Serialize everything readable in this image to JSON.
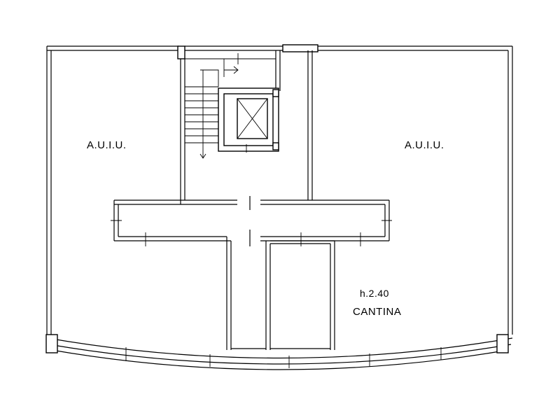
{
  "rooms": {
    "left_label": "A.U.I.U.",
    "right_label": "A.U.I.U.",
    "cantina_height": "h.2.40",
    "cantina_label": "CANTINA"
  },
  "colors": {
    "ink": "#000000",
    "paper": "#ffffff"
  }
}
